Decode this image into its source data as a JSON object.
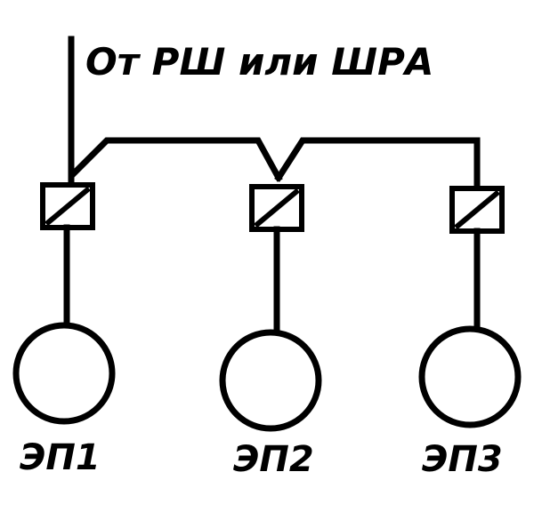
{
  "source_label": "От РШ или ШРА",
  "receivers": [
    {
      "label": "ЭП1"
    },
    {
      "label": "ЭП2"
    },
    {
      "label": "ЭП3"
    }
  ],
  "colors": {
    "line": "#000000",
    "background": "#ffffff"
  }
}
